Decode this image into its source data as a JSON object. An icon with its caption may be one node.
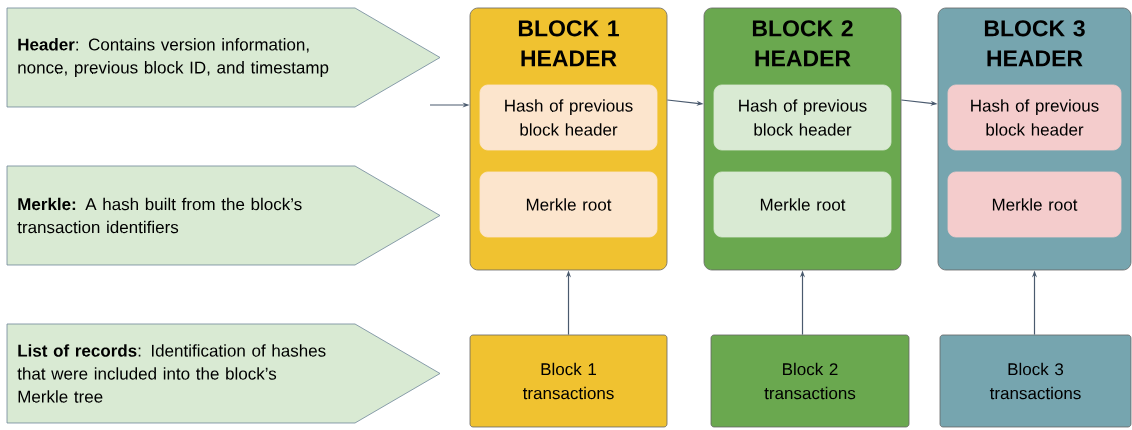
{
  "diagram": {
    "nodes": [
      {
        "text": [
          "**Header**: Contains version information, nonce, previous block ID, and timestamp"
        ]
      },
      {
        "text": [
          "**Merkle:** A hash built from the block’s transaction identifiers"
        ]
      },
      {
        "text": [
          "**List of records**: Identification of hashes that were included into the block’s Merkle tree"
        ]
      },
      {
        "text": [
          "BLOCK 1 HEADER"
        ]
      },
      {
        "text": [
          "Hash of previous block header"
        ],
        "in": 3
      },
      {
        "text": [
          "Merkle root"
        ],
        "in": 3
      },
      {
        "text": [
          "BLOCK 2 HEADER"
        ]
      },
      {
        "text": [
          "Hash of previous block header"
        ],
        "in": 6
      },
      {
        "text": [
          "Merkle root"
        ],
        "in": 6
      },
      {
        "text": [
          "BLOCK 3 HEADER"
        ]
      },
      {
        "text": [
          "Hash of previous block header"
        ],
        "in": 9
      },
      {
        "text": [
          "Merkle root"
        ],
        "in": 9
      },
      {
        "text": [
          "Block 1 transactions"
        ]
      },
      {
        "text": [
          "Block 2 transactions"
        ]
      },
      {
        "text": [
          "Block 3 transactions"
        ]
      }
    ],
    "edges": [
      {
        "from": null,
        "to": 3,
        "arrow": "to"
      },
      {
        "from": 3,
        "to": 6,
        "arrow": "to"
      },
      {
        "from": 6,
        "to": 9,
        "arrow": "to"
      },
      {
        "from": 12,
        "to": 3,
        "arrow": "to"
      },
      {
        "from": 13,
        "to": 6,
        "arrow": "to"
      },
      {
        "from": 14,
        "to": 9,
        "arrow": "to"
      }
    ]
  }
}
